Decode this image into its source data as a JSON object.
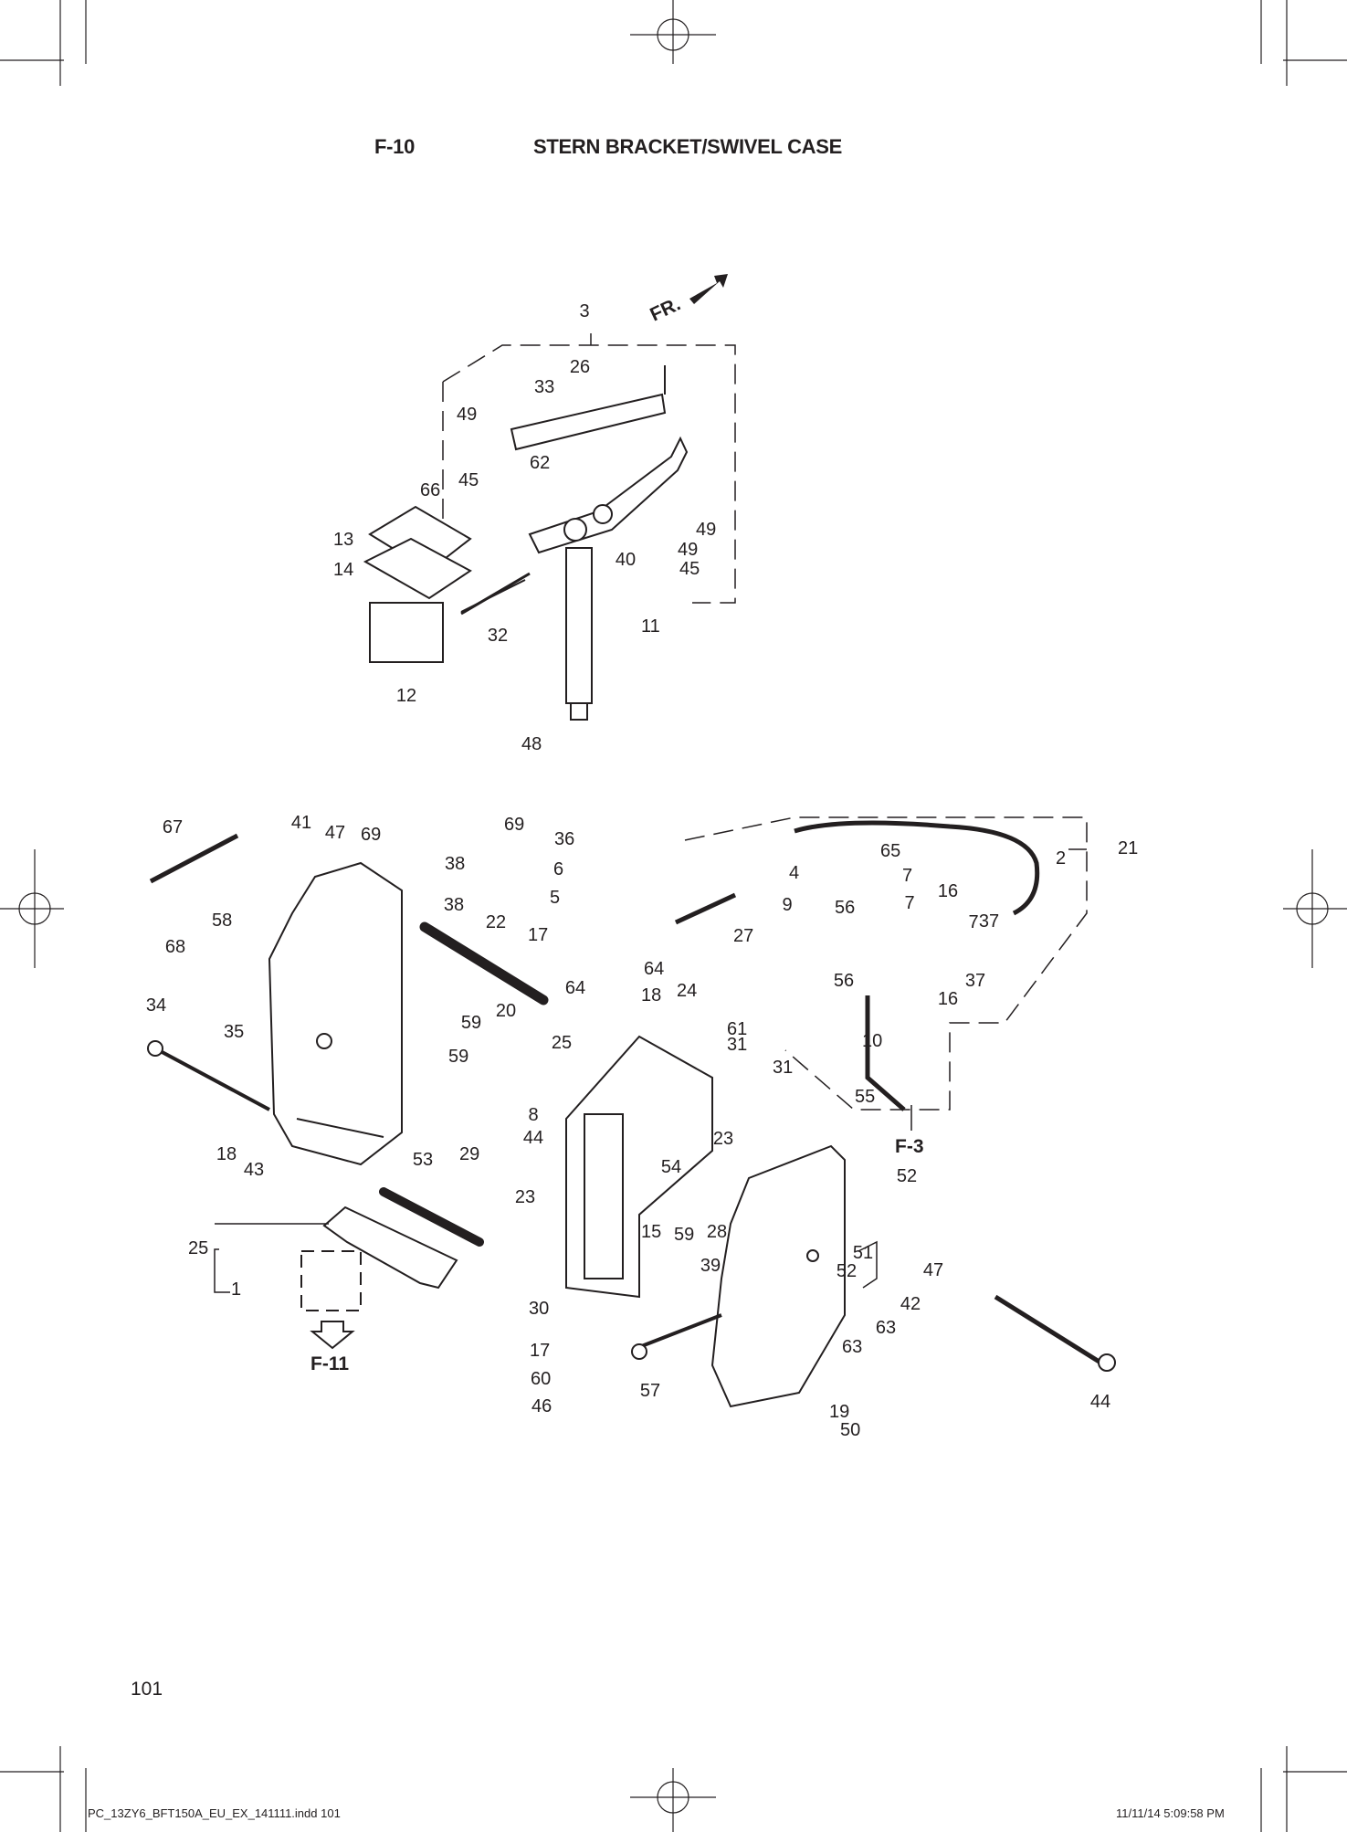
{
  "header": {
    "code": "F-10",
    "title": "STERN BRACKET/SWIVEL CASE"
  },
  "page_number": "101",
  "footer": {
    "file": "PC_13ZY6_BFT150A_EU_EX_141111.indd   101",
    "timestamp": "11/11/14   5:09:58 PM"
  },
  "front_marker": "FR.",
  "refs": [
    {
      "label": "F-3"
    },
    {
      "label": "F-11"
    }
  ],
  "callouts": [
    {
      "label": "3"
    },
    {
      "label": "26"
    },
    {
      "label": "33"
    },
    {
      "label": "49"
    },
    {
      "label": "62"
    },
    {
      "label": "45"
    },
    {
      "label": "66"
    },
    {
      "label": "13"
    },
    {
      "label": "14"
    },
    {
      "label": "40"
    },
    {
      "label": "49"
    },
    {
      "label": "49"
    },
    {
      "label": "45"
    },
    {
      "label": "32"
    },
    {
      "label": "11"
    },
    {
      "label": "12"
    },
    {
      "label": "48"
    },
    {
      "label": "67"
    },
    {
      "label": "41"
    },
    {
      "label": "47"
    },
    {
      "label": "69"
    },
    {
      "label": "69"
    },
    {
      "label": "36"
    },
    {
      "label": "38"
    },
    {
      "label": "38"
    },
    {
      "label": "6"
    },
    {
      "label": "5"
    },
    {
      "label": "68"
    },
    {
      "label": "58"
    },
    {
      "label": "22"
    },
    {
      "label": "17"
    },
    {
      "label": "64"
    },
    {
      "label": "64"
    },
    {
      "label": "18"
    },
    {
      "label": "24"
    },
    {
      "label": "59"
    },
    {
      "label": "34"
    },
    {
      "label": "35"
    },
    {
      "label": "20"
    },
    {
      "label": "25"
    },
    {
      "label": "61"
    },
    {
      "label": "31"
    },
    {
      "label": "31"
    },
    {
      "label": "59"
    },
    {
      "label": "8"
    },
    {
      "label": "23"
    },
    {
      "label": "18"
    },
    {
      "label": "43"
    },
    {
      "label": "53"
    },
    {
      "label": "29"
    },
    {
      "label": "44"
    },
    {
      "label": "54"
    },
    {
      "label": "23"
    },
    {
      "label": "59"
    },
    {
      "label": "15"
    },
    {
      "label": "28"
    },
    {
      "label": "25"
    },
    {
      "label": "1"
    },
    {
      "label": "30"
    },
    {
      "label": "17"
    },
    {
      "label": "60"
    },
    {
      "label": "46"
    },
    {
      "label": "57"
    },
    {
      "label": "39"
    },
    {
      "label": "52"
    },
    {
      "label": "51"
    },
    {
      "label": "52"
    },
    {
      "label": "47"
    },
    {
      "label": "42"
    },
    {
      "label": "63"
    },
    {
      "label": "63"
    },
    {
      "label": "19"
    },
    {
      "label": "50"
    },
    {
      "label": "44"
    },
    {
      "label": "21"
    },
    {
      "label": "2"
    },
    {
      "label": "65"
    },
    {
      "label": "7"
    },
    {
      "label": "4"
    },
    {
      "label": "9"
    },
    {
      "label": "56"
    },
    {
      "label": "7"
    },
    {
      "label": "16"
    },
    {
      "label": "37"
    },
    {
      "label": "7"
    },
    {
      "label": "27"
    },
    {
      "label": "56"
    },
    {
      "label": "37"
    },
    {
      "label": "16"
    },
    {
      "label": "10"
    },
    {
      "label": "55"
    }
  ]
}
